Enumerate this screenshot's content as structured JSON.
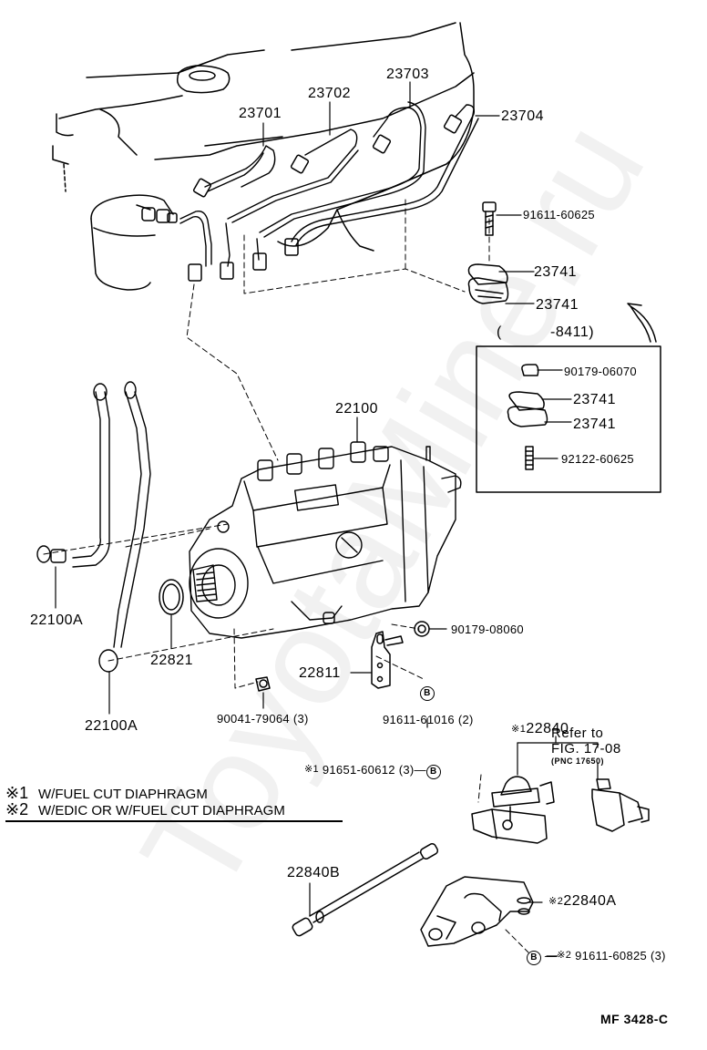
{
  "diagram": {
    "title": "Injection Pump Assembly",
    "figure_code": "MF 3428-C",
    "watermark": "ToyotaMine.ru"
  },
  "labels": {
    "p23701": "23701",
    "p23702": "23702",
    "p23703": "23703",
    "p23704": "23704",
    "p91611_60625": "91611-60625",
    "p23741_a": "23741",
    "p23741_b": "23741",
    "range_prefix": "(",
    "range_suffix": "-8411)",
    "box_90179_06070": "90179-06070",
    "box_23741_a": "23741",
    "box_23741_b": "23741",
    "box_92122_60625": "92122-60625",
    "p22100": "22100",
    "p22100A_upper": "22100A",
    "p22100A_lower": "22100A",
    "p22821": "22821",
    "p90041_79064": "90041-79064 (3)",
    "p90179_08060": "90179-08060",
    "p22811": "22811",
    "p91611_61016": "91611-61016 (2)",
    "p22840_mark": "※1",
    "p22840": "22840",
    "refer_line1": "Refer to",
    "refer_line2": "FIG. 17-08",
    "refer_line3": "(PNC 17650)",
    "p91651_mark": "※1",
    "p91651_60612": "91651-60612 (3)",
    "p22840B": "22840B",
    "p22840A_mark": "※2",
    "p22840A": "22840A",
    "p91611_60825_mark": "※2",
    "p91611_60825": "91611-60825 (3)",
    "callout_B": "B"
  },
  "legend": [
    {
      "key": "※1",
      "text": "W/FUEL CUT DIAPHRAGM"
    },
    {
      "key": "※2",
      "text": "W/EDIC OR W/FUEL CUT DIAPHRAGM"
    }
  ]
}
